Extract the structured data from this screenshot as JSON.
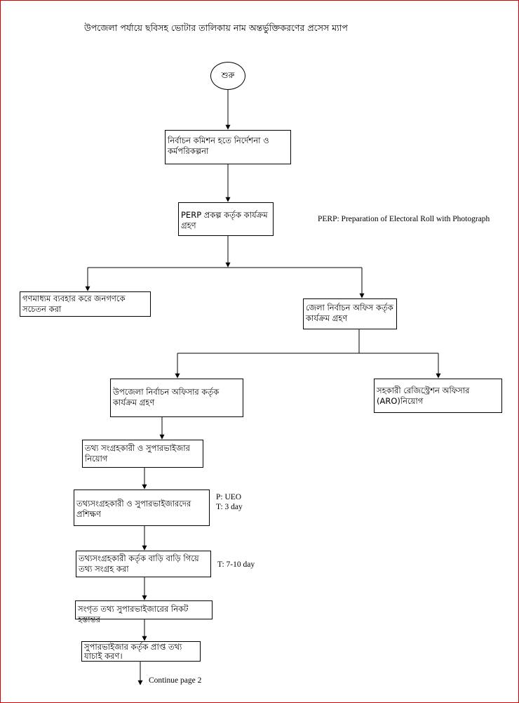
{
  "title": "উপজেলা পর্যায়ে ছবিসহ ভোটার তালিকায় নাম অন্তর্ভুক্তিকরণের প্রসেস ম্যাপ",
  "start": {
    "label": "শুরু"
  },
  "boxes": {
    "ec_instruction": "নির্বাচন কমিশন হতে নির্দেশনা ও কর্মপরিকল্পনা",
    "perp_program": "PERP প্রকল্প কর্তৃক কার্যক্রম গ্রহণ",
    "mass_media": "গণমাধ্যম ব্যবহার করে জনগণকে সচেতন করা",
    "district_office": "জেলা নির্বাচন অফিস কর্তৃক কার্যক্রম গ্রহণ",
    "upazila_officer": "উপজেলা নির্বাচন অফিসার কর্তৃক কার্যক্রম গ্রহণ",
    "aro_appointment": "সহকারী রেজিস্ট্রেশন অফিসার (ARO)নিয়োগ",
    "collector_appointment": "তথ্য সংগ্রহকারী ও সুপারভাইজার নিয়োগ",
    "training": "তথ্যসংগ্রহকারী ও সুপারভাইজারদের প্রশিক্ষণ",
    "house_visit": "তথ্যসংগ্রহকারী কর্তৃক বাড়ি বাড়ি গিয়ে তথ্য সংগ্রহ করা",
    "handover": "সংগৃত তথ্য সুপারভাইজারের নিকট হস্তান্তর",
    "verification": "সুপারভাইজার কর্তৃক প্রাপ্ত তথ্য যাচাই করণ।"
  },
  "notes": {
    "perp_definition": "PERP: Preparation of Electoral Roll with Photograph",
    "training_responsible": "P: UEO",
    "training_time": "T: 3 day",
    "house_visit_time": "T: 7-10 day",
    "continue": "Continue page 2"
  },
  "colors": {
    "border": "#d80000",
    "line": "#000000"
  }
}
